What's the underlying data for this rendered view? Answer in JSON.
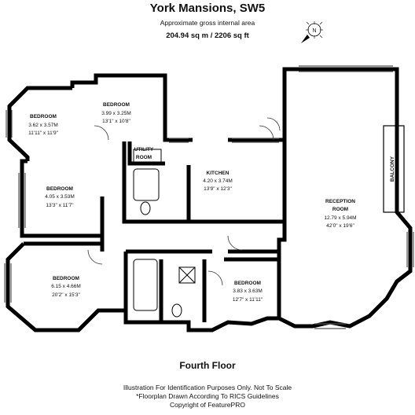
{
  "header": {
    "title": "York Mansions, SW5",
    "subtitle": "Approximate gross internal area",
    "area": "204.94 sq m /  2206 sq ft"
  },
  "rooms": [
    {
      "name": "BEDROOM",
      "metric": "3.62 x 3.57M",
      "imperial": "11'11\" x 11'9\""
    },
    {
      "name": "BEDROOM",
      "metric": "3.99 x 3.25M",
      "imperial": "13'1\" x 10'8\""
    },
    {
      "name": "UTILITY",
      "name2": "ROOM"
    },
    {
      "name": "KITCHEN",
      "metric": "4.20 x 3.74M",
      "imperial": "13'9\" x 12'3\""
    },
    {
      "name": "BEDROOM",
      "metric": "4.05 x 3.53M",
      "imperial": "13'3\" x 11'7\""
    },
    {
      "name": "RECEPTION",
      "name2": "ROOM",
      "metric": "12.79 x 5.94M",
      "imperial": "42'0\" x 19'6\""
    },
    {
      "name": "BEDROOM",
      "metric": "6.15 x 4.66M",
      "imperial": "20'2\" x 15'3\""
    },
    {
      "name": "BEDROOM",
      "metric": "3.83 x 3.63M",
      "imperial": "12'7\" x 11'11\""
    }
  ],
  "balcony": "BALCONY",
  "compass": "N",
  "floor_label": "Fourth Floor",
  "footer": [
    "Illustration For Identification Purposes Only. Not To Scale",
    "*Floorplan Drawn According To RICS Guidelines",
    "Copyright of FeaturePRO"
  ],
  "colors": {
    "wall": "#000000",
    "window": "#555555",
    "background": "#ffffff"
  }
}
